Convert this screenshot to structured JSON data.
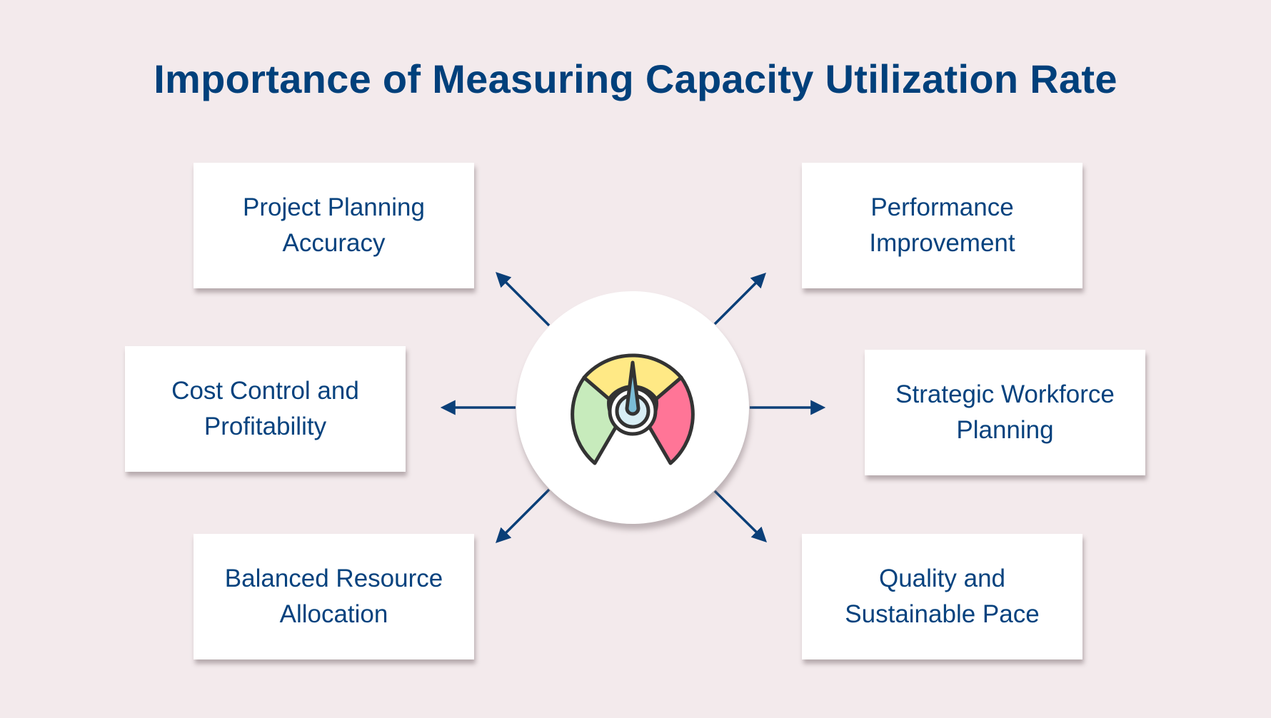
{
  "title": "Importance of Measuring Capacity Utilization Rate",
  "center": {
    "icon": "speedometer-gauge-icon",
    "colors": {
      "green": "#c7ebbc",
      "yellow": "#ffe985",
      "red": "#ff7597",
      "needle": "#7bbcd6",
      "outline": "#333333"
    }
  },
  "items": [
    {
      "id": "project-planning-accuracy",
      "label": "Project Planning Accuracy",
      "position": "top-left"
    },
    {
      "id": "cost-control-profitability",
      "label": "Cost Control and Profitability",
      "position": "middle-left"
    },
    {
      "id": "balanced-resource-allocation",
      "label": "Balanced Resource Allocation",
      "position": "bottom-left"
    },
    {
      "id": "performance-improvement",
      "label": "Performance Improvement",
      "position": "top-right"
    },
    {
      "id": "strategic-workforce-planning",
      "label": "Strategic Workforce Planning",
      "position": "middle-right"
    },
    {
      "id": "quality-sustainable-pace",
      "label": "Quality and Sustainable Pace",
      "position": "bottom-right"
    }
  ],
  "colors": {
    "background": "#f3eaec",
    "title": "#00407b",
    "text": "#06427e",
    "arrow": "#0a3f78",
    "box": "#ffffff"
  }
}
